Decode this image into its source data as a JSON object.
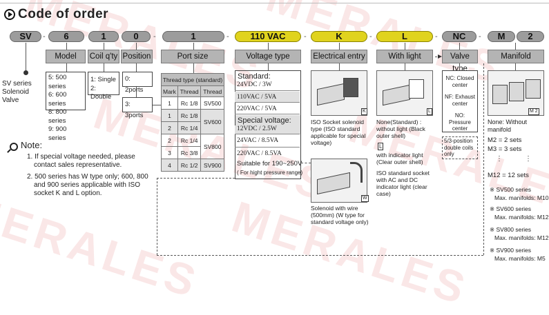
{
  "title": "Code of order",
  "watermark": "MERALES",
  "code": [
    "SV",
    "6",
    "1",
    "0",
    "1",
    "110 VAC",
    "K",
    "L",
    "NC",
    "M",
    "2"
  ],
  "headers": {
    "model": "Model",
    "coil": "Coil q'ty",
    "position": "Position",
    "port": "Port size",
    "voltage": "Voltage type",
    "entry": "Electrical entry",
    "light": "With light",
    "valve": "Valve type",
    "manifold": "Manifold"
  },
  "series_label": "SV series Solenoid Valve",
  "model_options": [
    "5: 500 series",
    "6: 600 series",
    "8: 800 series",
    "9: 900 series"
  ],
  "coil_options": [
    "1: Single",
    "2: Double"
  ],
  "position_options": [
    "0: 2ports",
    "3: 3ports"
  ],
  "thread_table": {
    "caption": "Thread type (standard)",
    "headers": [
      "Mark",
      "Thread",
      "Thread"
    ],
    "rows": [
      {
        "mark": "1",
        "thread": "Rc 1/8",
        "series": "SV500"
      },
      {
        "mark": "1",
        "thread": "Rc 1/8",
        "series": "SV600"
      },
      {
        "mark": "2",
        "thread": "Rc 1/4",
        "series": ""
      },
      {
        "mark": "2",
        "thread": "Rc 1/4",
        "series": "SV800"
      },
      {
        "mark": "3",
        "thread": "Rc 3/8",
        "series": ""
      },
      {
        "mark": "4",
        "thread": "Rc 1/2",
        "series": "SV900"
      }
    ]
  },
  "voltage": {
    "standard_label": "Standard:",
    "standard": [
      "24VDC / 3W",
      "110VAC / 5VA",
      "220VAC / 5VA"
    ],
    "special_label": "Special voltage:",
    "special": [
      "12VDC / 2.5W",
      "24VAC / 8.5VA",
      "220VAC / 8.5VA"
    ],
    "suitable": "Suitable for 190~250V",
    "suitable_note": "( For hight pressure range)"
  },
  "entry": {
    "k_mark": "K",
    "k_text": "ISO Socket solenoid type (ISO standard applicable for special voltage)",
    "w_mark": "W",
    "w_text": "Solenoid with wire (500mm) (W type for standard voltage only)"
  },
  "light": {
    "l_mark": "L",
    "none_text": "None(Standard) : without light (Black outer shell)",
    "with_text": "with indicator light (Clear outer shell)",
    "iso_text": "ISO standard socket with AC and DC indicator light (clear case)"
  },
  "valve": {
    "nc": "NC: Closed center",
    "nf": "NF: Exhaust center",
    "no": "NO: Pressure center",
    "note": "5/3-position double coils only"
  },
  "manifold": {
    "img_mark": "M 2",
    "none": "None: Without manifold",
    "m2": "M2 = 2 sets",
    "m3": "M3 = 3 sets",
    "dots_left": "⋮",
    "dots_right": "⋮",
    "m12": "M12 = 12 sets",
    "limits": [
      {
        "series": "※ SV500 series",
        "max": "Max. manifolds: M10"
      },
      {
        "series": "※ SV600 series",
        "max": "Max. manifolds: M12"
      },
      {
        "series": "※ SV800 series",
        "max": "Max. manifolds: M12"
      },
      {
        "series": "※ SV900 series",
        "max": "Max. manifolds: M5"
      }
    ]
  },
  "note": {
    "title": "Note:",
    "items": [
      "1. If special voltage needed, please contact sales representative.",
      "2. 500 series has W type only; 600, 800 and 900 series applicable with ISO socket K and L option."
    ]
  }
}
